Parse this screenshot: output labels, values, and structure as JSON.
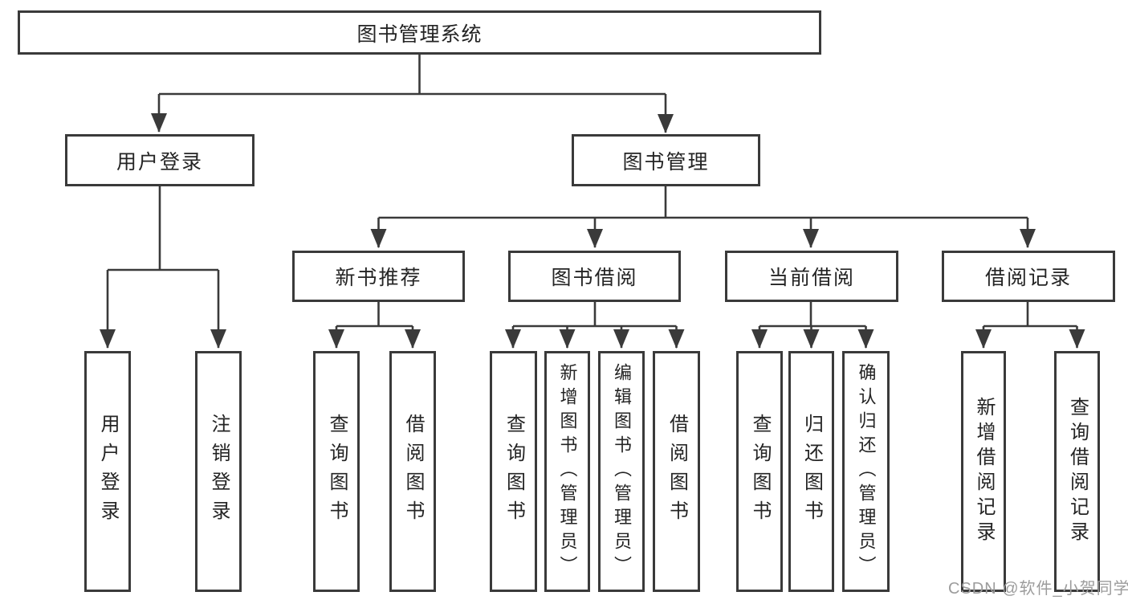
{
  "diagram_title": "图书管理系统",
  "watermark": "CSDN @软件_小贺同学",
  "colors": {
    "line": "#3a3a3a",
    "box_border": "#3a3a3a",
    "text": "#242424",
    "watermark": "#9c9c9c",
    "background": "#ffffff"
  },
  "nodes": {
    "root": "图书管理系统",
    "user_login": "用户登录",
    "book_management": "图书管理",
    "new_book_recommend": "新书推荐",
    "book_borrowing": "图书借阅",
    "current_borrowing": "当前借阅",
    "borrowing_records": "借阅记录",
    "leaf_user_login": "用户登录",
    "leaf_logout": "注销登录",
    "leaf_query_book_recommend": "查询图书",
    "leaf_borrow_book_recommend": "借阅图书",
    "leaf_query_book_borrowing": "查询图书",
    "leaf_add_book_admin": "新增图书（管理员）",
    "leaf_edit_book_admin": "编辑图书（管理员）",
    "leaf_borrow_book_borrowing": "借阅图书",
    "leaf_query_book_current": "查询图书",
    "leaf_return_book": "归还图书",
    "leaf_confirm_return_admin": "确认归还（管理员）",
    "leaf_add_borrow_record": "新增借阅记录",
    "leaf_query_borrow_record": "查询借阅记录"
  },
  "edges": [
    [
      "root",
      "user_login"
    ],
    [
      "root",
      "book_management"
    ],
    [
      "user_login",
      "leaf_user_login"
    ],
    [
      "user_login",
      "leaf_logout"
    ],
    [
      "book_management",
      "new_book_recommend"
    ],
    [
      "book_management",
      "book_borrowing"
    ],
    [
      "book_management",
      "current_borrowing"
    ],
    [
      "book_management",
      "borrowing_records"
    ],
    [
      "new_book_recommend",
      "leaf_query_book_recommend"
    ],
    [
      "new_book_recommend",
      "leaf_borrow_book_recommend"
    ],
    [
      "book_borrowing",
      "leaf_query_book_borrowing"
    ],
    [
      "book_borrowing",
      "leaf_add_book_admin"
    ],
    [
      "book_borrowing",
      "leaf_edit_book_admin"
    ],
    [
      "book_borrowing",
      "leaf_borrow_book_borrowing"
    ],
    [
      "current_borrowing",
      "leaf_query_book_current"
    ],
    [
      "current_borrowing",
      "leaf_return_book"
    ],
    [
      "current_borrowing",
      "leaf_confirm_return_admin"
    ],
    [
      "borrowing_records",
      "leaf_add_borrow_record"
    ],
    [
      "borrowing_records",
      "leaf_query_borrow_record"
    ]
  ]
}
